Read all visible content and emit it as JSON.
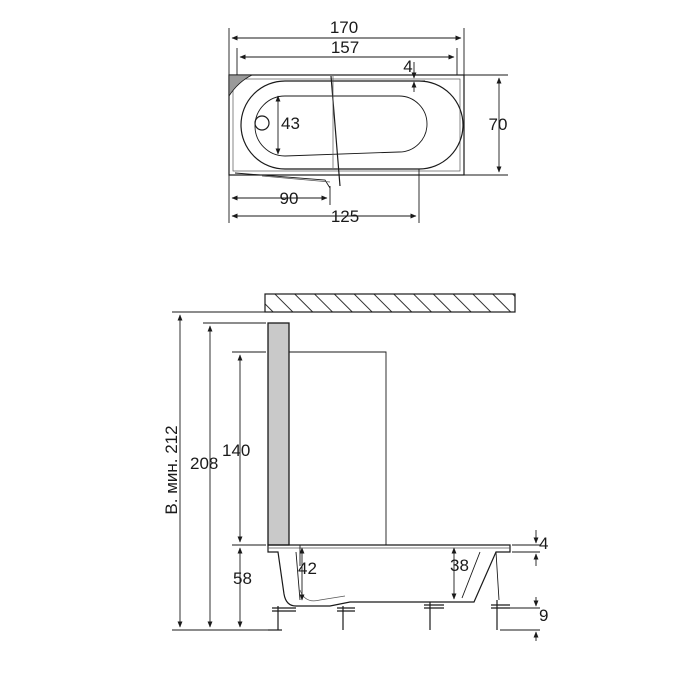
{
  "top_view": {
    "overall_length": "170",
    "inner_length": "157",
    "rim_offset": "4",
    "width": "70",
    "basin_width": "43",
    "length_to_screen": "90",
    "length_to_bend": "125"
  },
  "side_view": {
    "min_height": "В. мин. 212",
    "screen_top_height": "208",
    "screen_height": "140",
    "tub_height": "58",
    "depth_left": "42",
    "depth_right": "38",
    "rim_thickness": "4",
    "leg_clearance": "9"
  },
  "colors": {
    "line": "#1a1a1a",
    "screen_fill": "#c9c9c9",
    "hatch": "#333333"
  }
}
